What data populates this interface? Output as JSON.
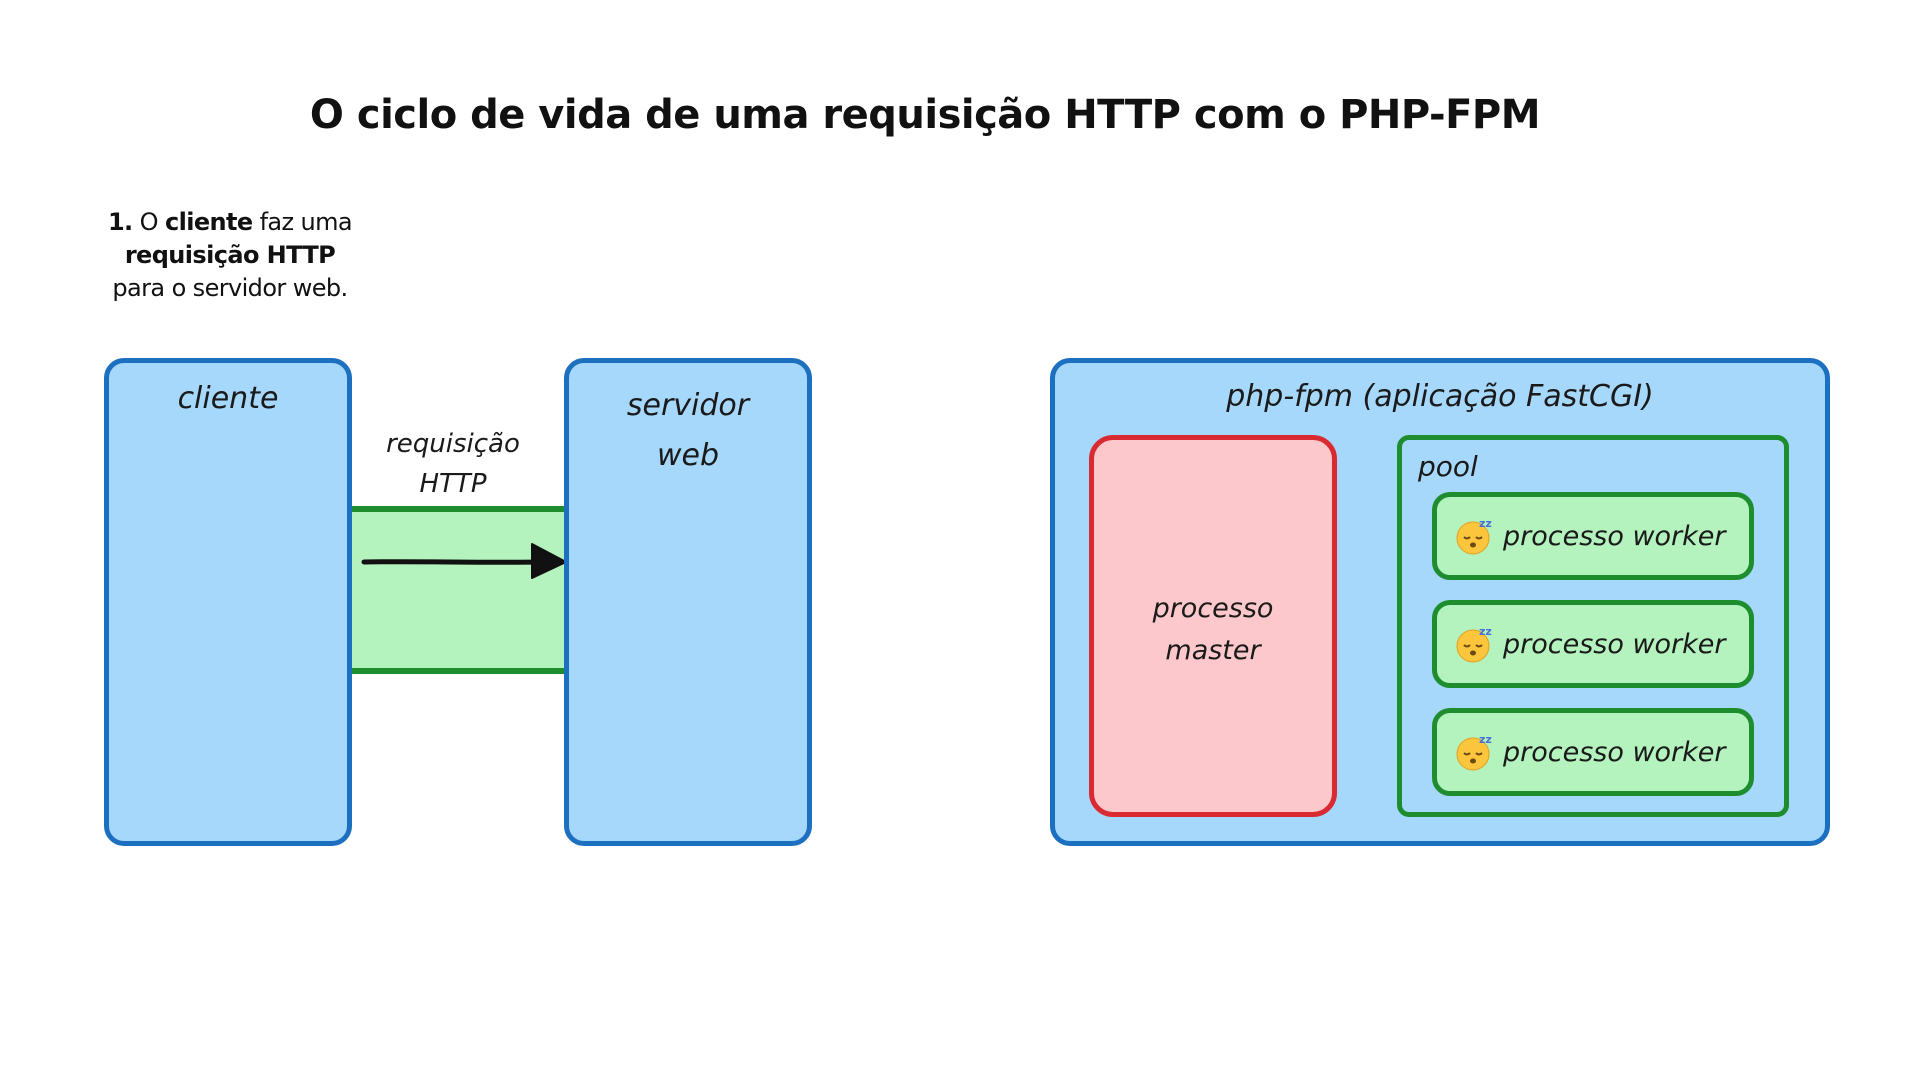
{
  "title": "O ciclo de vida de uma requisição HTTP com o PHP-FPM",
  "step": {
    "number": "1.",
    "text_o": "O",
    "text_cliente": "cliente",
    "text_faz_uma": "faz uma",
    "text_requisicao_http": "requisição HTTP",
    "text_rest": "para o servidor web."
  },
  "nodes": {
    "cliente": "cliente",
    "servidor_line1": "servidor",
    "servidor_line2": "web",
    "arrow_label_line1": "requisição",
    "arrow_label_line2": "HTTP",
    "phpfpm_title": "php-fpm (aplicação FastCGI)",
    "master_line1": "processo",
    "master_line2": "master",
    "pool_label": "pool",
    "workers": [
      {
        "emoji": "sleeping-face-icon",
        "label": "processo worker"
      },
      {
        "emoji": "sleeping-face-icon",
        "label": "processo worker"
      },
      {
        "emoji": "sleeping-face-icon",
        "label": "processo worker"
      }
    ]
  },
  "colors": {
    "blue_fill": "#a5d8fb",
    "blue_stroke": "#1d6fc0",
    "green_fill": "#b4f2be",
    "green_stroke": "#1e8d2e",
    "red_fill": "#fcc8cb",
    "red_stroke": "#d92a32"
  }
}
